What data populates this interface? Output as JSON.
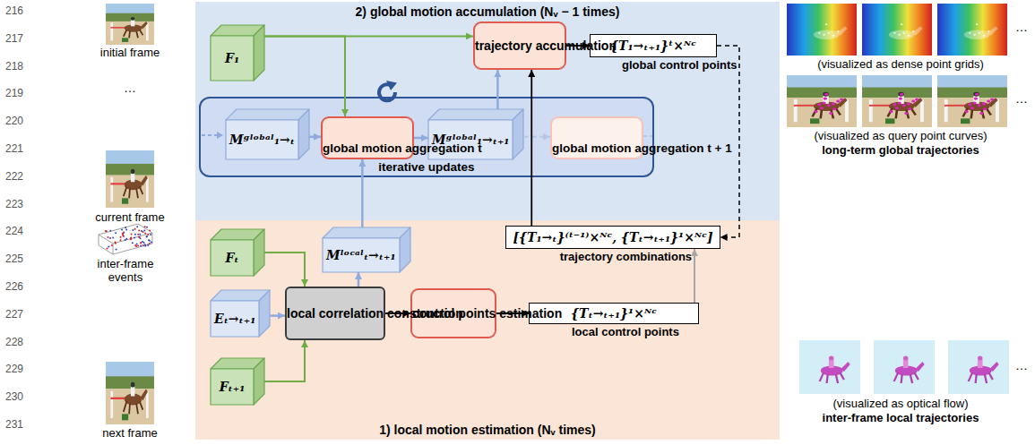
{
  "diagram": {
    "nodes": [
      {
        "text": [
          "2) global motion accumulation (Nᵥ − 1 times)"
        ]
      },
      {
        "text": [
          "F₁"
        ],
        "in": 0
      },
      {
        "text": [
          "trajectory accumulation"
        ],
        "in": 0
      },
      {
        "text": [
          "{T₁→ₜ₊₁}ᵗ×ᴺᶜ",
          "global control points"
        ],
        "in": 0
      },
      {
        "text": [
          "iterative updates"
        ],
        "in": 0
      },
      {
        "text": [
          "Mᵍˡᵒᵇᵃˡ₁→ₜ"
        ],
        "in": 4
      },
      {
        "text": [
          "global motion aggregation t"
        ],
        "in": 4
      },
      {
        "text": [
          "Mᵍˡᵒᵇᵃˡ₁→ₜ₊₁"
        ],
        "in": 4
      },
      {
        "text": [
          "global motion aggregation t + 1"
        ],
        "in": 4
      },
      {
        "text": [
          "1) local motion estimation (Nᵥ times)"
        ]
      },
      {
        "text": [
          "[{T₁→ₜ}⁽ᵗ⁻¹⁾×ᴺᶜ, {Tₜ→ₜ₊₁}¹×ᴺᶜ]",
          "trajectory combinations"
        ],
        "in": 9
      },
      {
        "text": [
          "Mˡᵒᶜᵃˡₜ→ₜ₊₁"
        ],
        "in": 9
      },
      {
        "text": [
          "Fₜ"
        ],
        "in": 9
      },
      {
        "text": [
          "local correlation construction"
        ],
        "in": 9
      },
      {
        "text": [
          "Eₜ→ₜ₊₁"
        ],
        "in": 9
      },
      {
        "text": [
          "control points estimation"
        ],
        "in": 9
      },
      {
        "text": [
          "{Tₜ→ₜ₊₁}¹×ᴺᶜ",
          "local control points"
        ],
        "in": 9
      },
      {
        "text": [
          "Fₜ₊₁"
        ],
        "in": 9
      }
    ],
    "edges": [
      {
        "from": 1,
        "to": 2,
        "arrow": "to"
      },
      {
        "from": 1,
        "to": 6,
        "arrow": "to"
      },
      {
        "from": 5,
        "to": 6,
        "arrow": "to"
      },
      {
        "from": 6,
        "to": 7,
        "arrow": "to"
      },
      {
        "from": 7,
        "to": 2,
        "arrow": "to"
      },
      {
        "from": 7,
        "to": 8,
        "arrow": "to"
      },
      {
        "from": 2,
        "to": 3,
        "arrow": "to"
      },
      {
        "from": 3,
        "to": 10,
        "arrow": "to"
      },
      {
        "from": 10,
        "to": 2,
        "arrow": "to"
      },
      {
        "from": 12,
        "to": 13,
        "arrow": "to"
      },
      {
        "from": 14,
        "to": 13,
        "arrow": "to"
      },
      {
        "from": 17,
        "to": 13,
        "arrow": "to"
      },
      {
        "from": 13,
        "to": 11,
        "arrow": "to"
      },
      {
        "from": 11,
        "to": 6,
        "arrow": "to"
      },
      {
        "from": 13,
        "to": 15,
        "arrow": "to"
      },
      {
        "from": 15,
        "to": 16,
        "arrow": "to"
      },
      {
        "from": 16,
        "to": 10,
        "arrow": "to"
      }
    ],
    "labels": [
      "216",
      "217",
      "218",
      "219",
      "220",
      "221",
      "222",
      "223",
      "224",
      "225",
      "226",
      "227",
      "228",
      "229",
      "230",
      "231",
      "initial frame",
      "…",
      "current frame",
      "inter-frame events",
      "next frame",
      "…",
      "…",
      "…",
      "(visualized as dense point grids)",
      "(visualized as query point curves)",
      "long-term global trajectories",
      "(visualized as optical flow)",
      "inter-frame local trajectories"
    ]
  }
}
